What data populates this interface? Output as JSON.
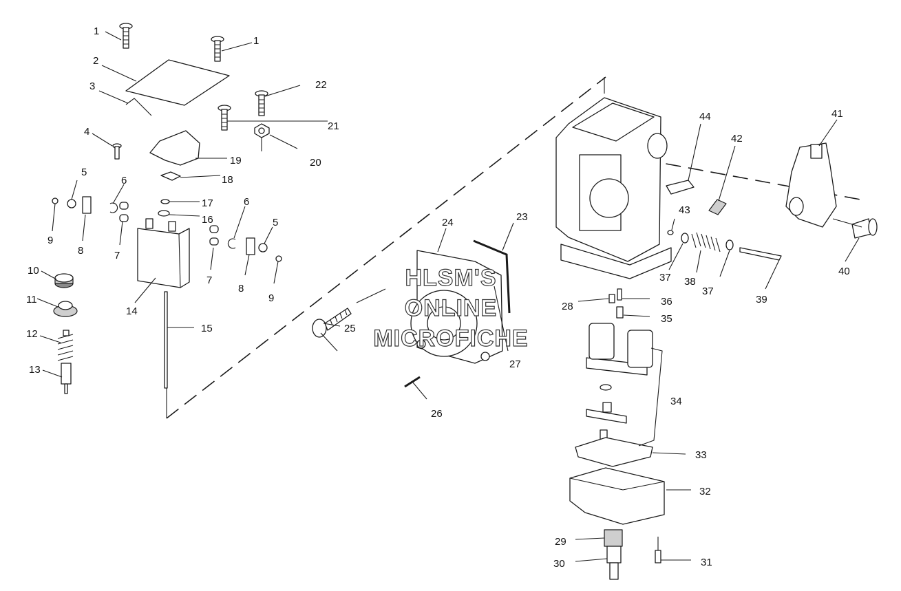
{
  "watermark": {
    "line1": "HLSM'S",
    "line2": "ONLINE",
    "line3": "MICROFICHE"
  },
  "callouts": [
    {
      "id": "c1a",
      "text": "1"
    },
    {
      "id": "c1b",
      "text": "1"
    },
    {
      "id": "c2",
      "text": "2"
    },
    {
      "id": "c3",
      "text": "3"
    },
    {
      "id": "c4",
      "text": "4"
    },
    {
      "id": "c5a",
      "text": "5"
    },
    {
      "id": "c5b",
      "text": "5"
    },
    {
      "id": "c6a",
      "text": "6"
    },
    {
      "id": "c6b",
      "text": "6"
    },
    {
      "id": "c7a",
      "text": "7"
    },
    {
      "id": "c7b",
      "text": "7"
    },
    {
      "id": "c8a",
      "text": "8"
    },
    {
      "id": "c8b",
      "text": "8"
    },
    {
      "id": "c9a",
      "text": "9"
    },
    {
      "id": "c9b",
      "text": "9"
    },
    {
      "id": "c10",
      "text": "10"
    },
    {
      "id": "c11",
      "text": "11"
    },
    {
      "id": "c12",
      "text": "12"
    },
    {
      "id": "c13",
      "text": "13"
    },
    {
      "id": "c14",
      "text": "14"
    },
    {
      "id": "c15",
      "text": "15"
    },
    {
      "id": "c16",
      "text": "16"
    },
    {
      "id": "c17",
      "text": "17"
    },
    {
      "id": "c18",
      "text": "18"
    },
    {
      "id": "c19",
      "text": "19"
    },
    {
      "id": "c20",
      "text": "20"
    },
    {
      "id": "c21",
      "text": "21"
    },
    {
      "id": "c22",
      "text": "22"
    },
    {
      "id": "c23",
      "text": "23"
    },
    {
      "id": "c24",
      "text": "24"
    },
    {
      "id": "c25",
      "text": "25"
    },
    {
      "id": "c26",
      "text": "26"
    },
    {
      "id": "c27",
      "text": "27"
    },
    {
      "id": "c28",
      "text": "28"
    },
    {
      "id": "c29",
      "text": "29"
    },
    {
      "id": "c30",
      "text": "30"
    },
    {
      "id": "c31",
      "text": "31"
    },
    {
      "id": "c32",
      "text": "32"
    },
    {
      "id": "c33",
      "text": "33"
    },
    {
      "id": "c34",
      "text": "34"
    },
    {
      "id": "c35",
      "text": "35"
    },
    {
      "id": "c36",
      "text": "36"
    },
    {
      "id": "c37a",
      "text": "37"
    },
    {
      "id": "c37b",
      "text": "37"
    },
    {
      "id": "c38",
      "text": "38"
    },
    {
      "id": "c39",
      "text": "39"
    },
    {
      "id": "c40",
      "text": "40"
    },
    {
      "id": "c41",
      "text": "41"
    },
    {
      "id": "c42",
      "text": "42"
    },
    {
      "id": "c43",
      "text": "43"
    },
    {
      "id": "c44",
      "text": "44"
    }
  ]
}
